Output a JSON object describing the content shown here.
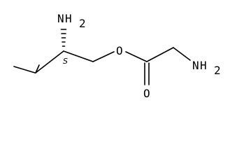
{
  "molecule": {
    "atoms": {
      "amine_top": {
        "element": "N",
        "hydrogens": "H",
        "count": "2"
      },
      "ester_oxygen": {
        "element": "O"
      },
      "carbonyl_oxygen": {
        "element": "O"
      },
      "amine_right": {
        "element": "N",
        "hydrogens": "H",
        "count": "2"
      }
    },
    "stereo_label": "S",
    "colors": {
      "bond": "#000000",
      "text": "#000000",
      "background": "#ffffff"
    }
  }
}
